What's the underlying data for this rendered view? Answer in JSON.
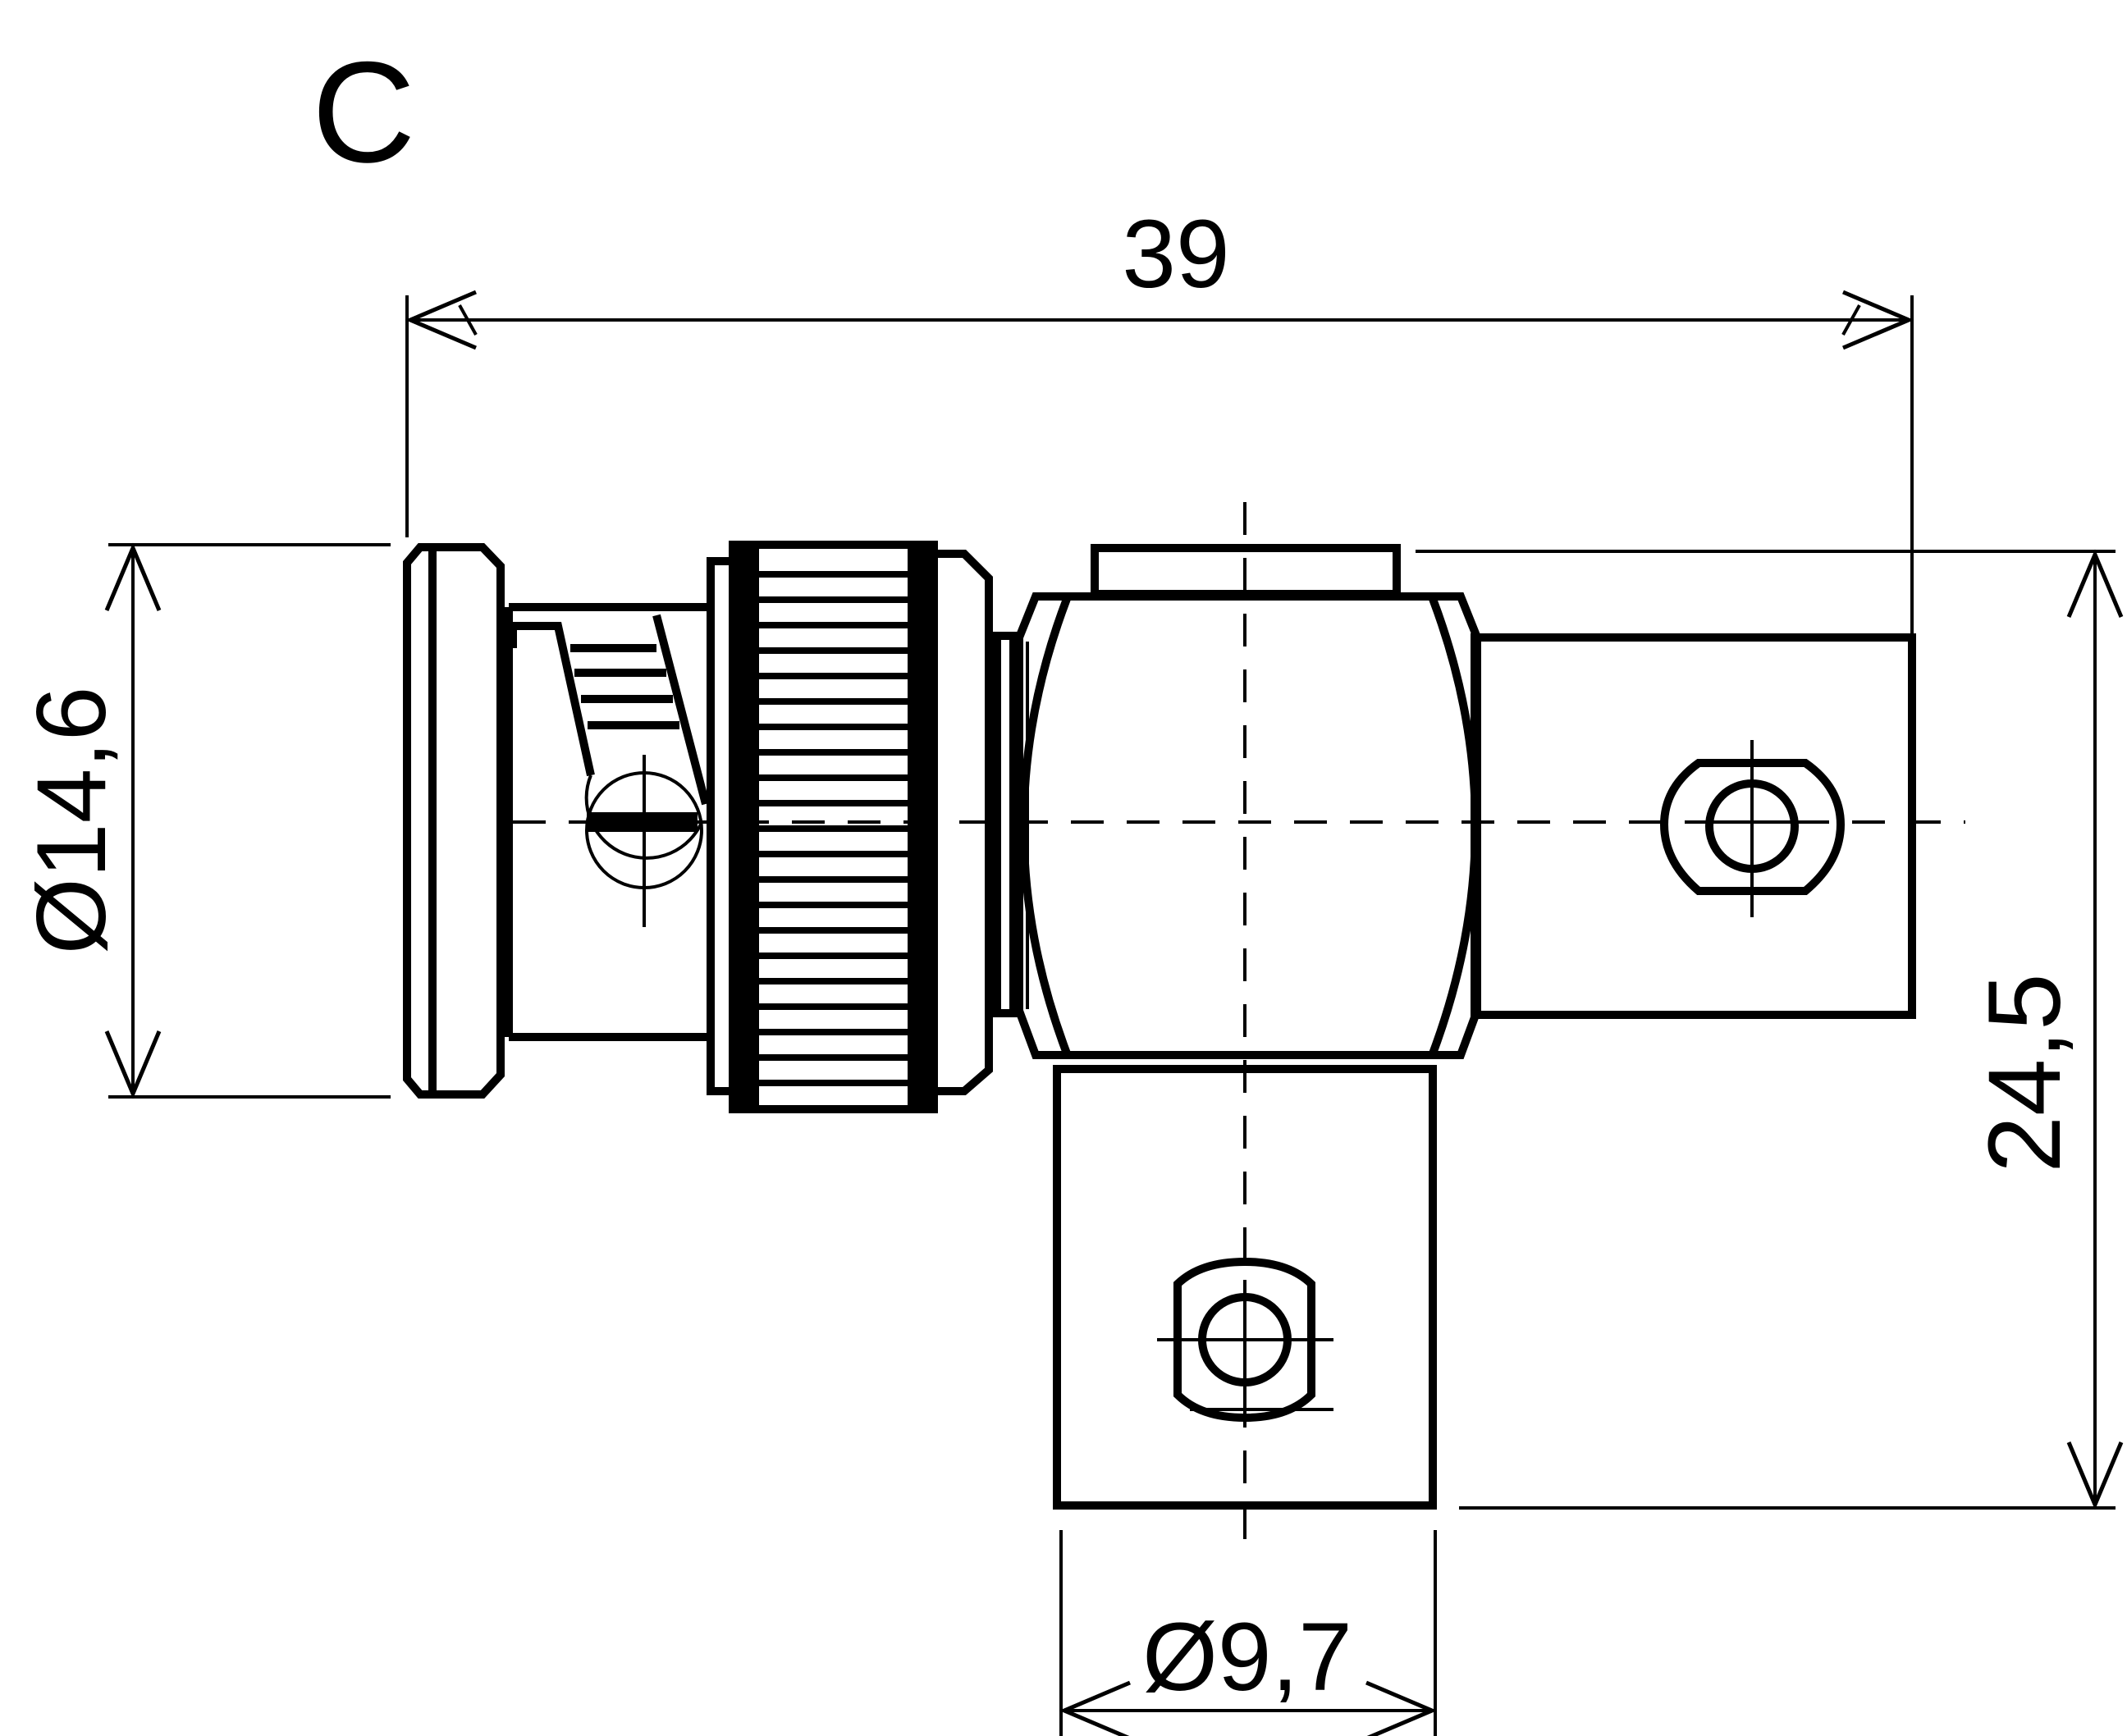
{
  "view_label": "C",
  "dimensions": {
    "overall_length": "39",
    "plug_diameter": "Ø14,6",
    "overall_height": "24,5",
    "jack_diameter": "Ø9,7"
  }
}
